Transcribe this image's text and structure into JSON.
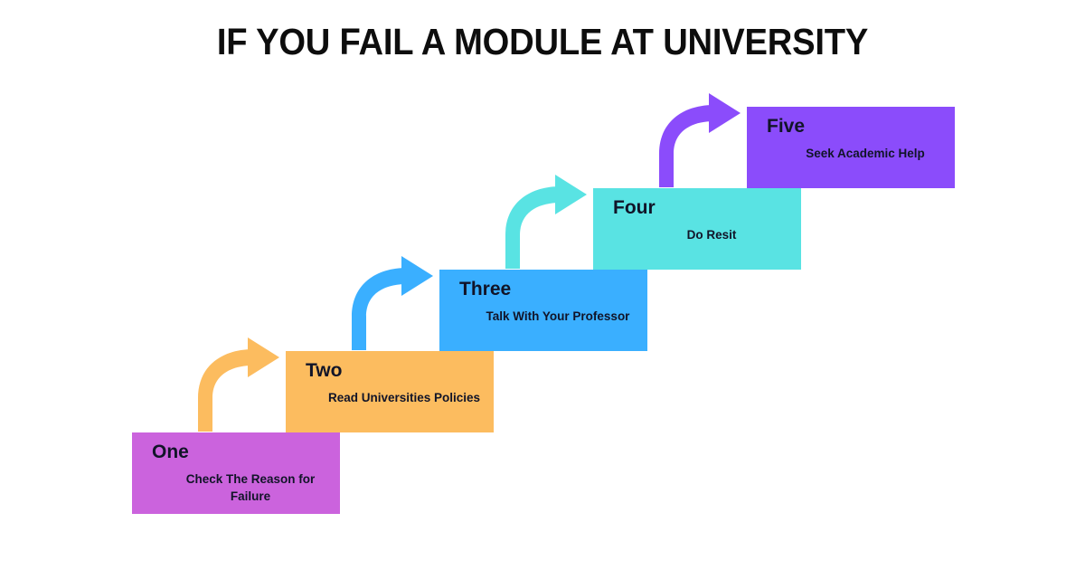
{
  "title": "IF YOU FAIL A MODULE AT UNIVERSITY",
  "background_color": "#ffffff",
  "title_color": "#0d0d0d",
  "steps": [
    {
      "label": "One",
      "description": "Check The Reason for Failure",
      "color": "#cb63dd",
      "text_color": "#111428"
    },
    {
      "label": "Two",
      "description": "Read Universities Policies",
      "color": "#fcbc5f",
      "text_color": "#111428"
    },
    {
      "label": "Three",
      "description": "Talk With Your Professor",
      "color": "#3aafff",
      "text_color": "#111428"
    },
    {
      "label": "Four",
      "description": "Do Resit",
      "color": "#59e3e3",
      "text_color": "#111428"
    },
    {
      "label": "Five",
      "description": "Seek Academic Help",
      "color": "#8b4cfb",
      "text_color": "#111428"
    }
  ],
  "arrows": [
    {
      "name": "arrow-one-to-two",
      "color": "#fcbc5f"
    },
    {
      "name": "arrow-two-to-three",
      "color": "#3aafff"
    },
    {
      "name": "arrow-three-to-four",
      "color": "#59e3e3"
    },
    {
      "name": "arrow-four-to-five",
      "color": "#8b4cfb"
    }
  ]
}
